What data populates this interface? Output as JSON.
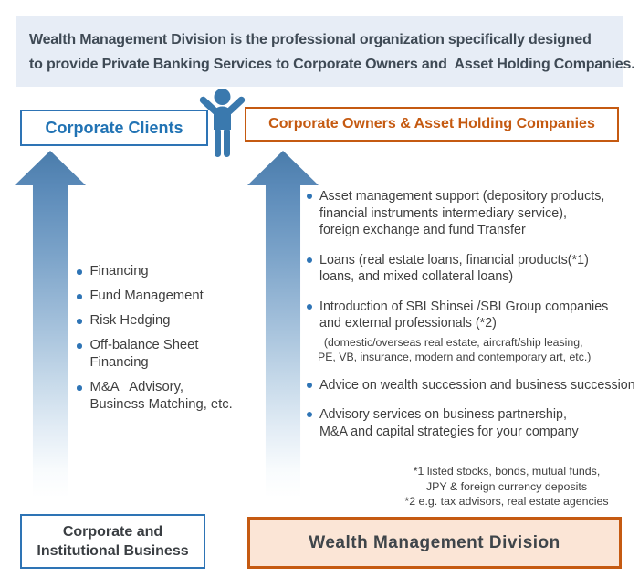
{
  "header": {
    "line1": "Wealth Management Division is the professional organization specifically designed",
    "line2": "to provide Private Banking Services to Corporate Owners and  Asset Holding Companies."
  },
  "left_column": {
    "top_box_label": "Corporate Clients",
    "items": [
      "Financing",
      "Fund Management",
      "Risk Hedging",
      "Off-balance Sheet\nFinancing",
      "M&A   Advisory,\nBusiness Matching, etc."
    ],
    "bottom_box_label": "Corporate and\nInstitutional Business"
  },
  "right_column": {
    "top_box_label": "Corporate Owners & Asset Holding Companies",
    "items": [
      {
        "text": "Asset management support (depository products,\nfinancial instruments intermediary service),\nforeign exchange and fund Transfer"
      },
      {
        "text": "Loans (real estate loans, financial products(*1)\nloans, and mixed collateral loans)"
      },
      {
        "text": "Introduction of SBI Shinsei /SBI Group companies\nand external professionals (*2)",
        "note": "  (domestic/overseas real estate, aircraft/ship leasing,\nPE, VB, insurance, modern and contemporary art, etc.)"
      },
      {
        "text": "Advice on wealth succession and business succession"
      },
      {
        "text": "Advisory services on business partnership,\nM&A and capital strategies for your company"
      }
    ],
    "footnotes": "*1 listed stocks, bonds, mutual funds,\nJPY & foreign currency deposits\n*2 e.g. tax advisors, real estate agencies",
    "bottom_box_label": "Wealth Management Division"
  },
  "icons": {
    "person": "person-icon",
    "up_arrow_left": "up-arrow-icon",
    "up_arrow_right": "up-arrow-icon",
    "bullet": "bullet-dot-icon"
  },
  "colors": {
    "accent_blue": "#2e74b5",
    "blue_text": "#2173b4",
    "accent_orange": "#c55a11",
    "orange_fill": "#fbe5d6",
    "header_bg": "#e7edf6",
    "header_text": "#3f4a55",
    "body_text": "#3f3f3f",
    "arrow_blue": "#4a7cab",
    "person_blue": "#3a79ae"
  }
}
